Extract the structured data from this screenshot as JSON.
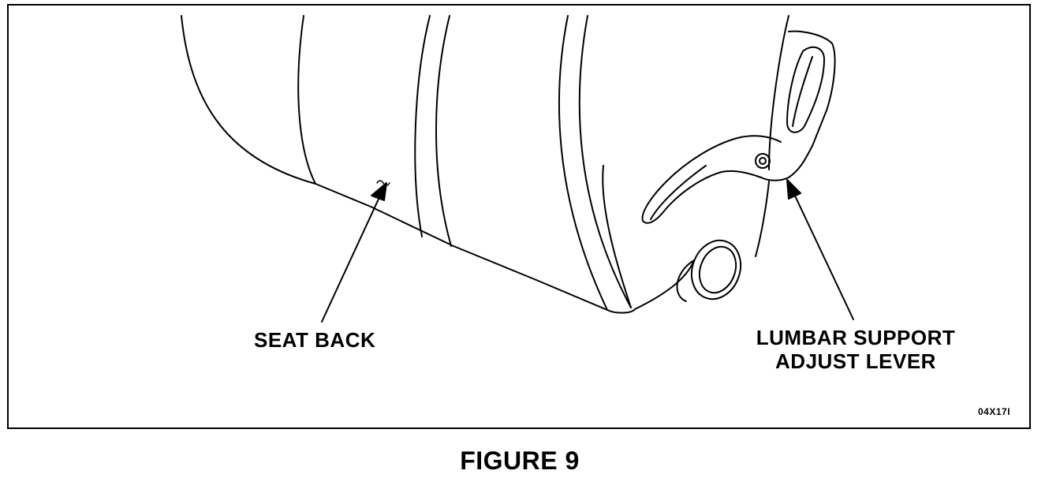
{
  "labels": {
    "seat_back": "SEAT BACK",
    "lumbar_line1": "LUMBAR SUPPORT",
    "lumbar_line2": "ADJUST LEVER"
  },
  "figure_code": "04X17I",
  "caption": "FIGURE 9",
  "colors": {
    "ink": "#000000",
    "paper": "#ffffff"
  }
}
